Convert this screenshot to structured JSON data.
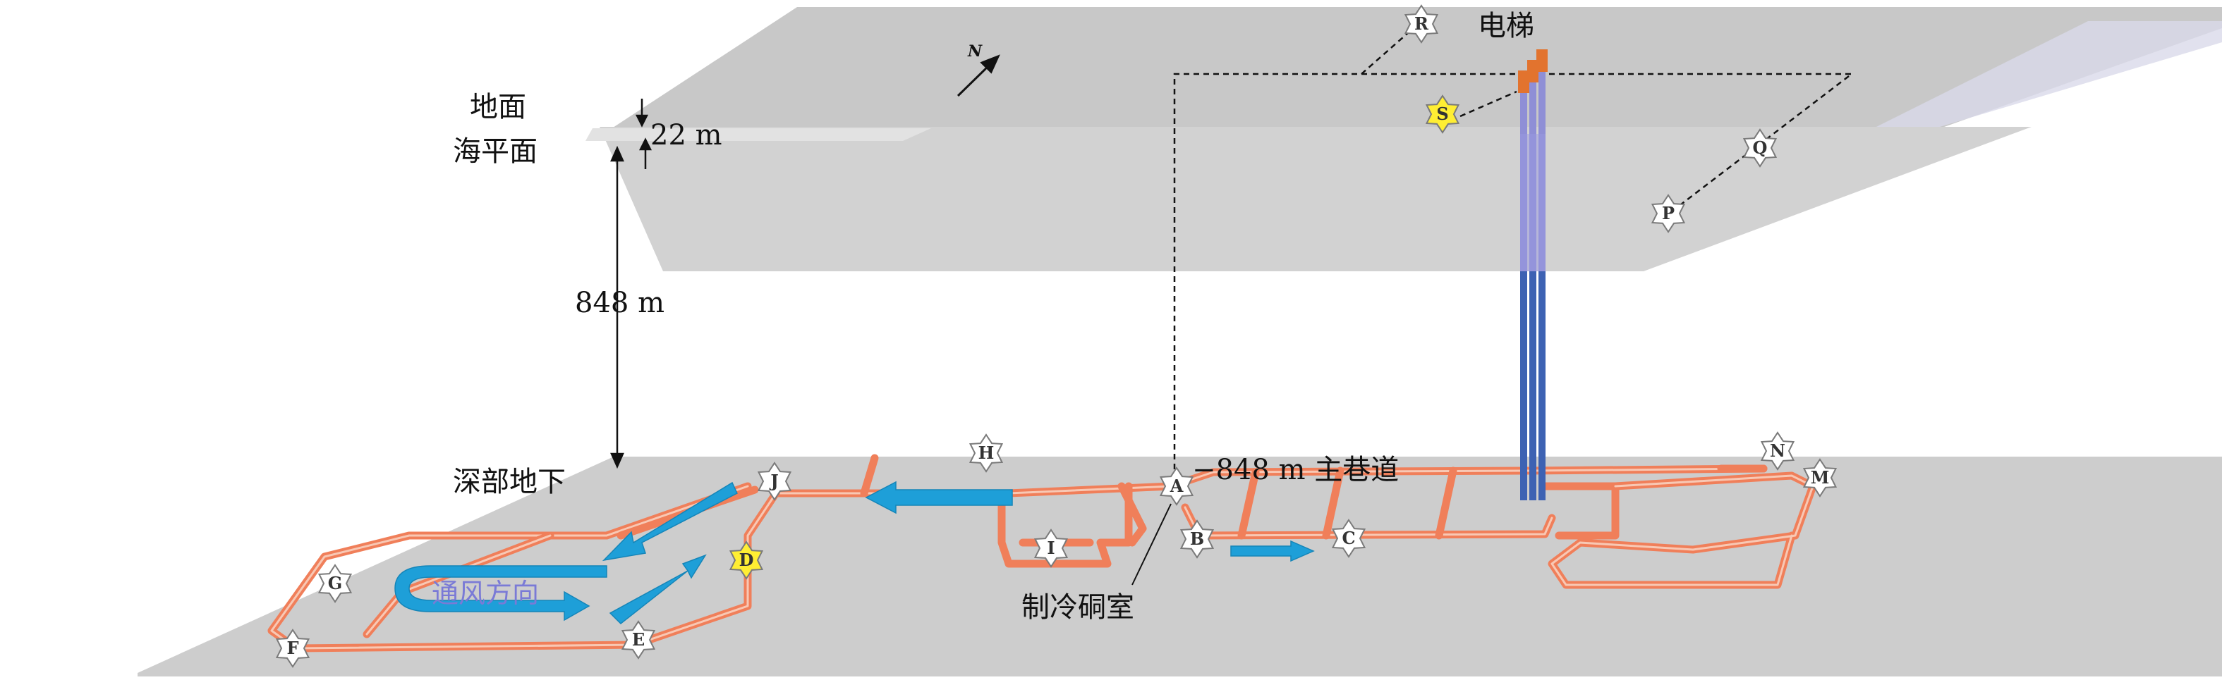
{
  "labels": {
    "ground": "地面",
    "sea_level": "海平面",
    "ground_to_sea": "22 m",
    "depth": "848 m",
    "deep_underground": "深部地下",
    "elevator": "电梯",
    "main_tunnel": "−848 m 主巷道",
    "refrigeration_room": "制冷硐室",
    "ventilation_direction": "通风方向",
    "north": "N"
  },
  "points": [
    {
      "id": "R",
      "highlight": false
    },
    {
      "id": "S",
      "highlight": true
    },
    {
      "id": "Q",
      "highlight": false
    },
    {
      "id": "P",
      "highlight": false
    },
    {
      "id": "H",
      "highlight": false
    },
    {
      "id": "A",
      "highlight": false
    },
    {
      "id": "B",
      "highlight": false
    },
    {
      "id": "C",
      "highlight": false
    },
    {
      "id": "I",
      "highlight": false
    },
    {
      "id": "J",
      "highlight": false
    },
    {
      "id": "D",
      "highlight": true
    },
    {
      "id": "G",
      "highlight": false
    },
    {
      "id": "F",
      "highlight": false
    },
    {
      "id": "E",
      "highlight": false
    },
    {
      "id": "N",
      "highlight": false
    },
    {
      "id": "M",
      "highlight": false
    }
  ],
  "colors": {
    "ground_plane": "#c9c9c9",
    "sea_plane": "#d4d4d4",
    "deep_plane": "#cfcfcf",
    "tunnel": "#f07f5a",
    "airflow_arrow": "#1e9fd8",
    "shaft_upper": "#8f8fd6",
    "shaft_lower": "#3d62b3",
    "shaft_cap": "#e2732e",
    "highlight_star": "#ffee33",
    "normal_star": "#ffffff"
  }
}
